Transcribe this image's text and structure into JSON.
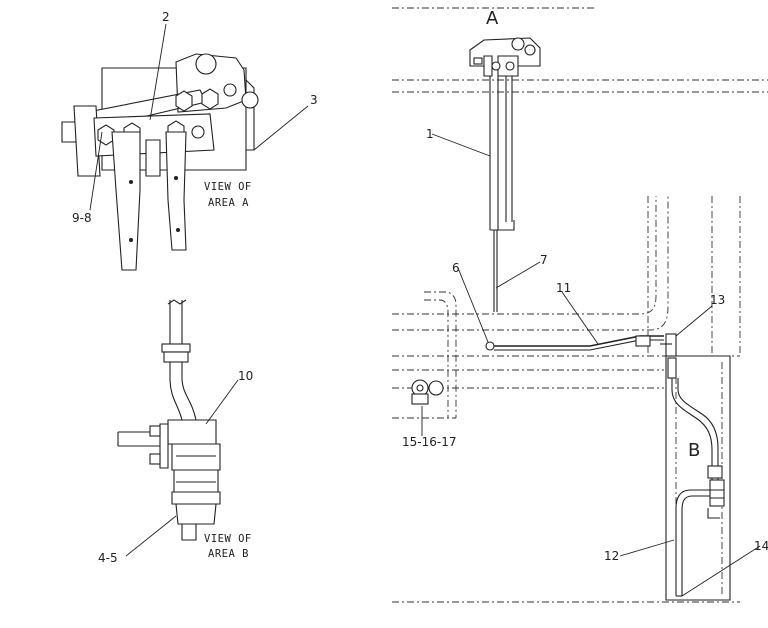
{
  "area_markers": {
    "a": "A",
    "b": "B"
  },
  "captions": {
    "view_a_line1": "VIEW OF",
    "view_a_line2": "AREA A",
    "view_b_line1": "VIEW OF",
    "view_b_line2": "AREA B"
  },
  "callouts": {
    "c1": "1",
    "c2": "2",
    "c3": "3",
    "c4_5": "4-5",
    "c6": "6",
    "c7": "7",
    "c9_8": "9-8",
    "c10": "10",
    "c11": "11",
    "c12": "12",
    "c13": "13",
    "c14": "14",
    "c15_16_17": "15-16-17"
  }
}
